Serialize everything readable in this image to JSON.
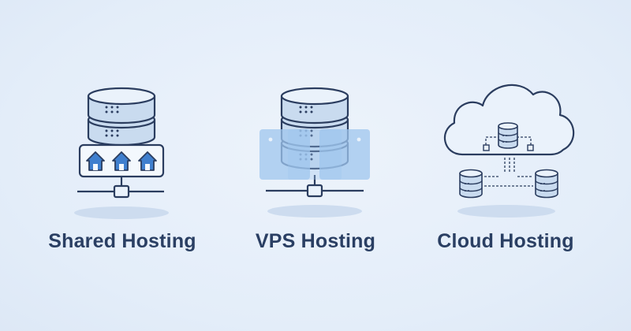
{
  "colors": {
    "background": "#e6effa",
    "outline": "#2b3d5f",
    "server_fill": "#c9dbef",
    "server_top": "#eaf2fb",
    "house_blue": "#3f7fce",
    "vps_overlay": "#9fc6ee",
    "shadow": "#cddcef",
    "label_text": "#2a3f63"
  },
  "options": [
    {
      "label": "Shared Hosting",
      "icon": "shared-server-icon"
    },
    {
      "label": "VPS Hosting",
      "icon": "vps-server-icon"
    },
    {
      "label": "Cloud Hosting",
      "icon": "cloud-server-icon"
    }
  ]
}
